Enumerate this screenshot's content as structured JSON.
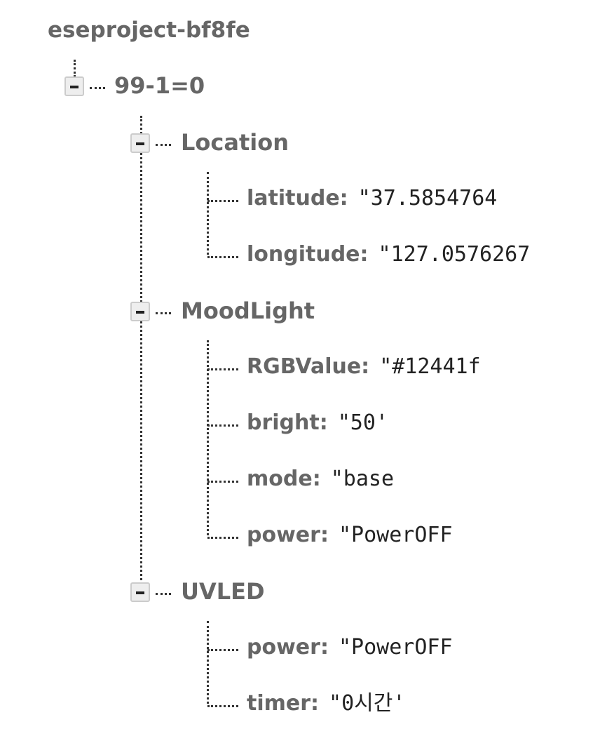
{
  "root": "eseproject-bf8fe",
  "child": "99-1=0",
  "groups": [
    {
      "name": "Location",
      "items": [
        {
          "key": "latitude:",
          "value": "\"37.5854764"
        },
        {
          "key": "longitude:",
          "value": "\"127.0576267"
        }
      ]
    },
    {
      "name": "MoodLight",
      "items": [
        {
          "key": "RGBValue:",
          "value": "\"#12441f"
        },
        {
          "key": "bright:",
          "value": "\"50'"
        },
        {
          "key": "mode:",
          "value": "\"base"
        },
        {
          "key": "power:",
          "value": "\"PowerOFF"
        }
      ]
    },
    {
      "name": "UVLED",
      "items": [
        {
          "key": "power:",
          "value": "\"PowerOFF"
        },
        {
          "key": "timer:",
          "value": "\"0시간'"
        }
      ]
    }
  ]
}
